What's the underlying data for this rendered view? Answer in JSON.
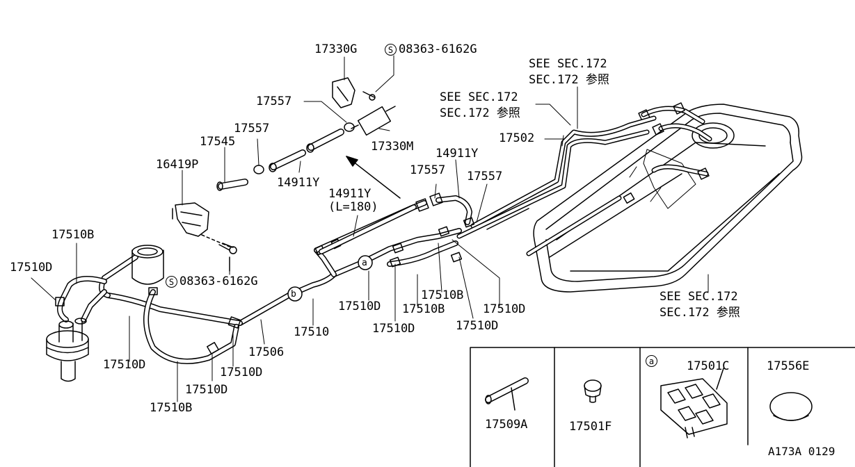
{
  "labels": {
    "p17330G": "17330G",
    "bolt_top": "08363-6162G",
    "bolt_top_mark": "S",
    "p17557_a": "17557",
    "p17330M": "17330M",
    "p17557_b": "17557",
    "p17545": "17545",
    "p14911Y_a": "14911Y",
    "p16419P": "16419P",
    "p14911Y_b": "14911Y",
    "p14911Y_b_len": "(L=180)",
    "p14911Y_c": "14911Y",
    "p17557_c": "17557",
    "p17557_d": "17557",
    "p17502": "17502",
    "see1_a": "SEE SEC.172",
    "see1_b": "SEC.172 参照",
    "see2_a": "SEE SEC.172",
    "see2_b": "SEC.172 参照",
    "see3_a": "SEE SEC.172",
    "see3_b": "SEC.172 参照",
    "p17510B_a": "17510B",
    "p17510D_a": "17510D",
    "bolt_mid": "08363-6162G",
    "bolt_mid_mark": "S",
    "p17510D_b": "17510D",
    "p17510D_c": "17510D",
    "p17510B_b": "17510B",
    "p17506": "17506",
    "p17510": "17510",
    "p17510D_d": "17510D",
    "p17510D_e": "17510D",
    "p17510B_c": "17510B",
    "p17510B_d": "17510B",
    "p17510D_f": "17510D",
    "p17510D_g": "17510D",
    "p17510D_h": "17510D",
    "mark_a": "a",
    "mark_b": "b",
    "inset_17509A": "17509A",
    "inset_17501F": "17501F",
    "inset_17501C": "17501C",
    "inset_17556E": "17556E",
    "inset_mark": "a",
    "figure_code": "A173A 0129"
  }
}
